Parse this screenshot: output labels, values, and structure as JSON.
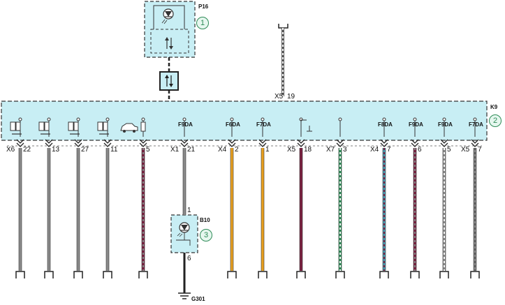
{
  "colors": {
    "box_fill": "#c8eef4",
    "box_border": "#333333",
    "callout": "#2e8b57"
  },
  "components": {
    "p16": {
      "label": "P16",
      "callout": "1"
    },
    "k9": {
      "label": "K9",
      "callout": "2"
    },
    "b10": {
      "label": "B10",
      "callout": "3",
      "pin_top": "1",
      "pin_bottom": "6"
    },
    "ground": {
      "label": "G301"
    }
  },
  "k9_top_connector": {
    "connector": "X5",
    "pin": "19"
  },
  "connectors": [
    {
      "fuse": "",
      "connector": "X6",
      "pin": "22",
      "icon": "seat-icon"
    },
    {
      "fuse": "",
      "connector": "",
      "pin": "13",
      "icon": "seat-icon"
    },
    {
      "fuse": "",
      "connector": "",
      "pin": "27",
      "icon": "seat-icon"
    },
    {
      "fuse": "",
      "connector": "",
      "pin": "11",
      "icon": "seat-icon"
    },
    {
      "fuse": "",
      "connector": "",
      "pin": "5",
      "icon": "car-icon"
    },
    {
      "fuse": "F9DA",
      "connector": "X1",
      "pin": "21",
      "icon": ""
    },
    {
      "fuse": "F6DA",
      "connector": "X4",
      "pin": "2",
      "icon": ""
    },
    {
      "fuse": "F7DA",
      "connector": "",
      "pin": "1",
      "icon": ""
    },
    {
      "fuse": "",
      "connector": "X5",
      "pin": "18",
      "icon": "switch-icon"
    },
    {
      "fuse": "",
      "connector": "X7",
      "pin": "3",
      "icon": ""
    },
    {
      "fuse": "F8DA",
      "connector": "X4",
      "pin": "7",
      "icon": ""
    },
    {
      "fuse": "F9DA",
      "connector": "",
      "pin": "6",
      "icon": ""
    },
    {
      "fuse": "F9DA",
      "connector": "",
      "pin": "5",
      "icon": ""
    },
    {
      "fuse": "F7DA",
      "connector": "X5",
      "pin": "7",
      "icon": ""
    }
  ],
  "wires": [
    {
      "color": "#8a8a8a",
      "stripe": ""
    },
    {
      "color": "#8a8a8a",
      "stripe": ""
    },
    {
      "color": "#8a8a8a",
      "stripe": ""
    },
    {
      "color": "#8a8a8a",
      "stripe": ""
    },
    {
      "color": "#7a2040",
      "stripe": "#8a8a8a"
    },
    {
      "color": "#8a8a8a",
      "stripe": ""
    },
    {
      "color": "#e8a020",
      "stripe": ""
    },
    {
      "color": "#e8a020",
      "stripe": ""
    },
    {
      "color": "#7a2040",
      "stripe": ""
    },
    {
      "color": "#2e8b57",
      "stripe": "#ffffff"
    },
    {
      "color": "#4a9ab0",
      "stripe": "#7a2040"
    },
    {
      "color": "#7a2040",
      "stripe": "#8a8a8a"
    },
    {
      "color": "#8a8a8a",
      "stripe": "#ffffff"
    },
    {
      "color": "#8a8a8a",
      "stripe": "#5a5a5a"
    }
  ]
}
